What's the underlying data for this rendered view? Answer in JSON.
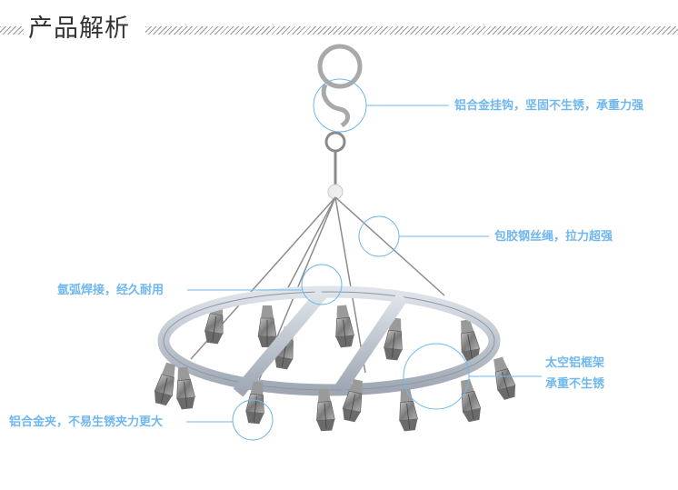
{
  "header": {
    "title": "产品解析"
  },
  "callouts": [
    {
      "id": "hook",
      "text": "铝合金挂钩，坚固不生锈，承重力强"
    },
    {
      "id": "wire",
      "text": "包胶钢丝绳，拉力超强"
    },
    {
      "id": "weld",
      "text": "氩弧焊接，经久耐用"
    },
    {
      "id": "frame_title",
      "text": "太空铝框架"
    },
    {
      "id": "frame_sub",
      "text": "承重不生锈"
    },
    {
      "id": "clip",
      "text": "铝合金夹，不易生锈夹力更大"
    }
  ],
  "colors": {
    "accent": "#6fb7ee",
    "frame": "#aeb6c0",
    "steel": "#8c8c8c",
    "title": "#333333"
  }
}
